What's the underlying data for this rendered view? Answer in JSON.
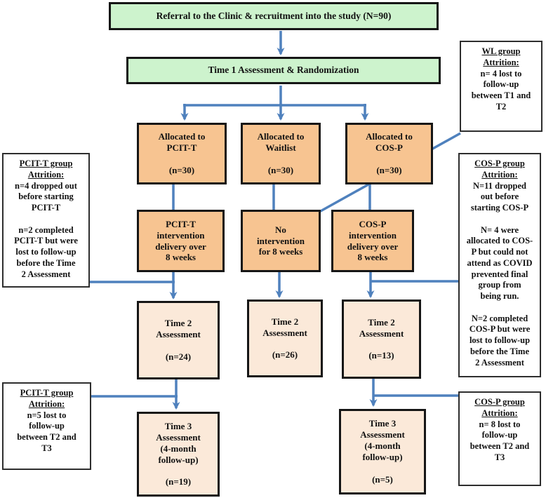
{
  "colors": {
    "stage_background": "#ffffff",
    "header_box_fill": "#cdf3cd",
    "allocation_box_fill": "#f7c491",
    "assessment_box_fill": "#fbe9d9",
    "attrition_box_fill": "#ffffff",
    "box_border": "#161616",
    "arrow_blue": "#4f81bd"
  },
  "flow": {
    "referral": "Referral to the Clinic & recruitment into the study (N=90)",
    "time1": "Time 1 Assessment & Randomization",
    "alloc_pcit": "Allocated to\nPCIT-T\n\n(n=30)",
    "alloc_wl": "Allocated to\nWaitlist\n\n(n=30)",
    "alloc_cosp": "Allocated to\nCOS-P\n\n(n=30)",
    "int_pcit": "PCIT-T\nintervention\ndelivery over\n8 weeks",
    "int_wl": "No\nintervention\nfor 8 weeks",
    "int_cosp": "COS-P\nintervention\ndelivery over\n8 weeks",
    "t2_pcit": "Time 2\nAssessment\n\n(n=24)",
    "t2_wl": "Time 2\nAssessment\n\n(n=26)",
    "t2_cosp": "Time 2\nAssessment\n\n(n=13)",
    "t3_pcit": "Time 3\nAssessment\n(4-month\nfollow-up)\n\n(n=19)",
    "t3_cosp": "Time 3\nAssessment\n(4-month\nfollow-up)\n\n(n=5)"
  },
  "attrition": {
    "wl": {
      "heading": "WL group\nAttrition:",
      "body": "n= 4 lost to\nfollow-up\nbetween T1 and\nT2"
    },
    "pcit_t1t2": {
      "heading": "PCIT-T group\nAttrition:",
      "body": "n=4 dropped out\nbefore starting\nPCIT-T\n\nn=2 completed\nPCIT-T but were\nlost to follow-up\nbefore the Time\n2 Assessment"
    },
    "cosp_t1t2": {
      "heading": "COS-P group\nAttrition:",
      "body": "N=11 dropped\nout before\nstarting COS-P\n\nN= 4 were\nallocated to COS-\nP but could not\nattend as COVID\nprevented final\ngroup from\nbeing run.\n\nN=2 completed\nCOS-P but were\nlost to follow-up\nbefore the Time\n2 Assessment"
    },
    "pcit_t2t3": {
      "heading": "PCIT-T group\nAttrition:",
      "body": "n=5 lost to\nfollow-up\nbetween T2 and\nT3"
    },
    "cosp_t2t3": {
      "heading": "COS-P group\nAttrition:",
      "body": "n= 8 lost to\nfollow-up\nbetween T2 and\nT3"
    }
  }
}
